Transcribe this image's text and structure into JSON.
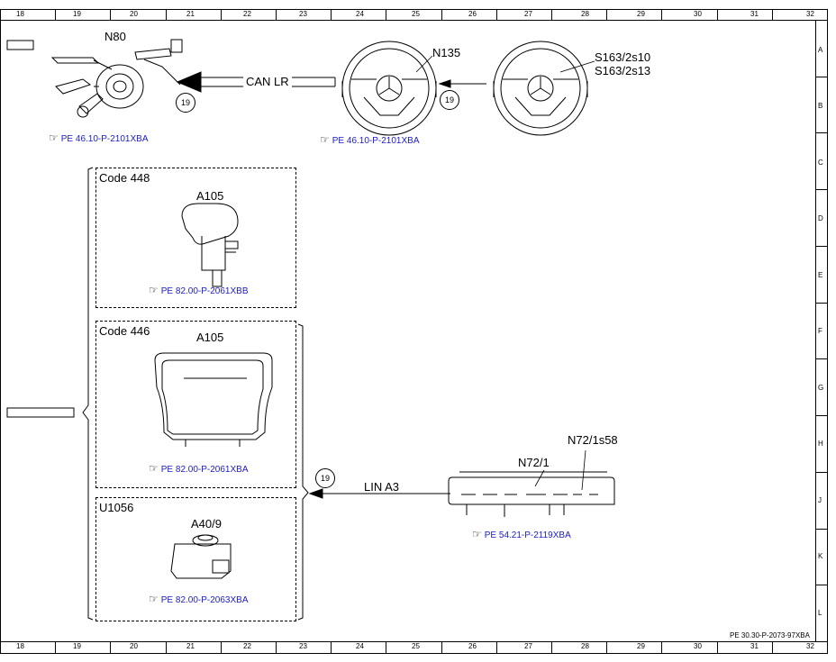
{
  "frame": {
    "columns": [
      "18",
      "19",
      "20",
      "21",
      "22",
      "23",
      "24",
      "25",
      "26",
      "27",
      "28",
      "29",
      "30",
      "31",
      "32"
    ],
    "rows": [
      "A",
      "B",
      "C",
      "D",
      "E",
      "F",
      "G",
      "H",
      "J",
      "K",
      "L"
    ]
  },
  "components": {
    "n80": {
      "label": "N80",
      "ref": "PE 46.10-P-2101XBA"
    },
    "n135": {
      "label": "N135",
      "ref": "PE 46.10-P-2101XBA"
    },
    "s163_a": {
      "label": "S163/2s10"
    },
    "s163_b": {
      "label": "S163/2s13"
    },
    "code448": {
      "code": "Code 448",
      "label": "A105",
      "ref": "PE 82.00-P-2061XBB"
    },
    "code446": {
      "code": "Code 446",
      "label": "A105",
      "ref": "PE 82.00-P-2061XBA"
    },
    "u1056": {
      "code": "U1056",
      "label": "A40/9",
      "ref": "PE 82.00-P-2063XBA"
    },
    "n72_1": {
      "label": "N72/1",
      "label2": "N72/1s58",
      "ref": "PE 54.21-P-2119XBA"
    }
  },
  "connections": {
    "can": {
      "label": "CAN LR",
      "marker": "19"
    },
    "upper_marker": "19",
    "lin": {
      "label": "LIN A3",
      "marker": "19"
    }
  },
  "icons": {
    "reference": "pointing-hand-icon"
  },
  "colors": {
    "ref_text": "#1a1acc",
    "line": "#000000"
  },
  "doc_id": "PE 30.30-P-2073-97XBA"
}
